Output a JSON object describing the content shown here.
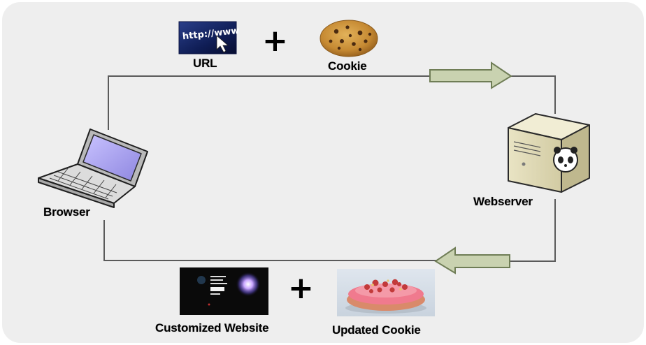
{
  "labels": {
    "url": "URL",
    "cookie": "Cookie",
    "browser": "Browser",
    "webserver": "Webserver",
    "customized_website": "Customized Website",
    "updated_cookie": "Updated Cookie"
  },
  "url_image_text": "http://www",
  "plus": "+",
  "colors": {
    "arrow_fill": "#c9d2b0",
    "arrow_stroke": "#6f7d56",
    "connector": "#555555",
    "background": "#eeeeee"
  },
  "icons": [
    "url-image",
    "cookie-image",
    "laptop-icon",
    "server-icon",
    "website-screenshot",
    "donut-image",
    "right-arrow-icon",
    "left-arrow-icon"
  ]
}
